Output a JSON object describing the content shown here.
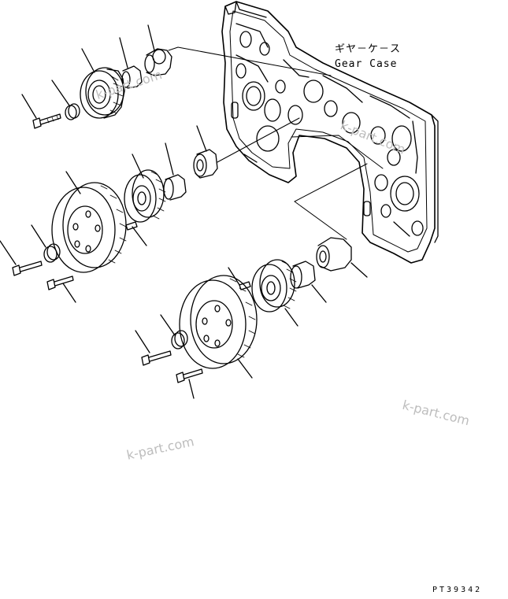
{
  "caption": {
    "japanese": "ギヤ－ケ－ス",
    "english": "Gear Case"
  },
  "drawing_code": "PT39342",
  "watermark": "k-part.com",
  "colors": {
    "line": "#000000",
    "background": "#ffffff",
    "watermark": "#bdbdbd"
  }
}
